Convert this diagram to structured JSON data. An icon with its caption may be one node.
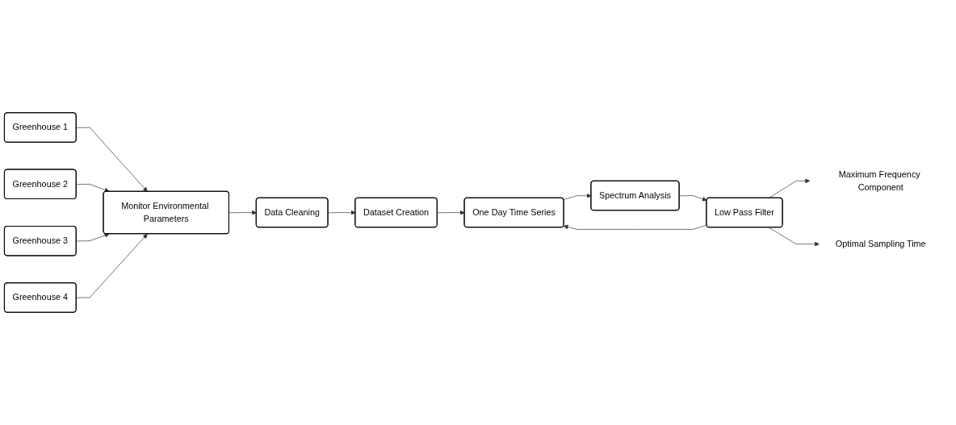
{
  "diagram": {
    "nodes": [
      {
        "text": [
          "Greenhouse 1"
        ]
      },
      {
        "text": [
          "Greenhouse 2"
        ]
      },
      {
        "text": [
          "Greenhouse 3"
        ]
      },
      {
        "text": [
          "Greenhouse 4"
        ]
      },
      {
        "text": [
          "Monitor Environmental Parameters"
        ]
      },
      {
        "text": [
          "Data Cleaning"
        ]
      },
      {
        "text": [
          "Dataset Creation"
        ]
      },
      {
        "text": [
          "One Day Time Series"
        ]
      },
      {
        "text": [
          "Spectrum Analysis"
        ]
      },
      {
        "text": [
          "Low Pass Filter"
        ]
      },
      {
        "text": [
          "Maximum Frequency Component"
        ]
      },
      {
        "text": [
          "Optimal Sampling Time"
        ]
      }
    ],
    "edges": [
      {
        "from": 0,
        "to": 4,
        "arrow": "to"
      },
      {
        "from": 1,
        "to": 4,
        "arrow": "to"
      },
      {
        "from": 2,
        "to": 4,
        "arrow": "to"
      },
      {
        "from": 3,
        "to": 4,
        "arrow": "to"
      },
      {
        "from": 4,
        "to": 5,
        "arrow": "to"
      },
      {
        "from": 5,
        "to": 6,
        "arrow": "to"
      },
      {
        "from": 6,
        "to": 7,
        "arrow": "to"
      },
      {
        "from": 7,
        "to": 8,
        "arrow": "to"
      },
      {
        "from": 8,
        "to": 9,
        "arrow": "to"
      },
      {
        "from": 9,
        "to": 10,
        "arrow": "to"
      },
      {
        "from": 9,
        "to": 11,
        "arrow": "to"
      },
      {
        "from": 9,
        "to": 7,
        "arrow": "to"
      }
    ]
  }
}
